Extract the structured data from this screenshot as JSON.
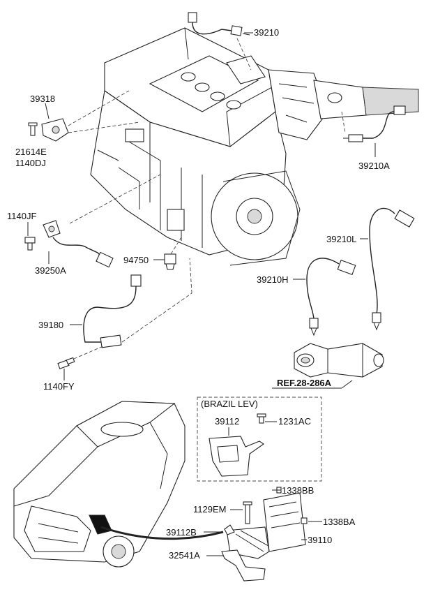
{
  "diagram": {
    "labels": {
      "p39210": "39210",
      "p39318": "39318",
      "p21614E": "21614E",
      "p1140DJ": "1140DJ",
      "p39210A": "39210A",
      "p1140JF": "1140JF",
      "p39250A": "39250A",
      "p94750": "94750",
      "p39210L": "39210L",
      "p39210H": "39210H",
      "p39180": "39180",
      "p1140FY": "1140FY",
      "ref": "REF.28-286A",
      "brazil": "(BRAZIL LEV)",
      "p39112": "39112",
      "p1231AC": "1231AC",
      "p1338BB": "1338BB",
      "p1129EM": "1129EM",
      "p1338BA": "1338BA",
      "p39112B": "39112B",
      "p39110": "39110",
      "p32541A": "32541A"
    }
  }
}
